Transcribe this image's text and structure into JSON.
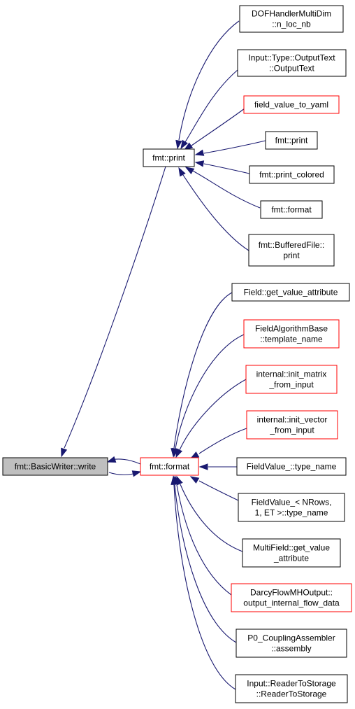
{
  "colors": {
    "edge": "#191970",
    "node_border_black": "#000000",
    "node_border_red": "#ff0000",
    "node_fill": "#ffffff",
    "root_fill": "#bfbfbf"
  },
  "nodes": [
    {
      "id": "n_write",
      "lines": [
        "fmt::BasicWriter::write"
      ],
      "border": "black",
      "fill": "root"
    },
    {
      "id": "n_print",
      "lines": [
        "fmt::print"
      ],
      "border": "black"
    },
    {
      "id": "n_format",
      "lines": [
        "fmt::format"
      ],
      "border": "red"
    },
    {
      "id": "n_dof",
      "lines": [
        "DOFHandlerMultiDim",
        "::n_loc_nb"
      ],
      "border": "black"
    },
    {
      "id": "n_outtext",
      "lines": [
        "Input::Type::OutputText",
        "::OutputText"
      ],
      "border": "black"
    },
    {
      "id": "n_yaml",
      "lines": [
        "field_value_to_yaml"
      ],
      "border": "red"
    },
    {
      "id": "n_fprint",
      "lines": [
        "fmt::print"
      ],
      "border": "black"
    },
    {
      "id": "n_pcolored",
      "lines": [
        "fmt::print_colored"
      ],
      "border": "black"
    },
    {
      "id": "n_fformat",
      "lines": [
        "fmt::format"
      ],
      "border": "black"
    },
    {
      "id": "n_buffered",
      "lines": [
        "fmt::BufferedFile::",
        "print"
      ],
      "border": "black"
    },
    {
      "id": "n_getval",
      "lines": [
        "Field::get_value_attribute"
      ],
      "border": "black"
    },
    {
      "id": "n_algobase",
      "lines": [
        "FieldAlgorithmBase",
        "::template_name"
      ],
      "border": "red"
    },
    {
      "id": "n_initmatrix",
      "lines": [
        "internal::init_matrix",
        "_from_input"
      ],
      "border": "red"
    },
    {
      "id": "n_initvector",
      "lines": [
        "internal::init_vector",
        "_from_input"
      ],
      "border": "red"
    },
    {
      "id": "n_fvtype",
      "lines": [
        "FieldValue_::type_name"
      ],
      "border": "black"
    },
    {
      "id": "n_fvnrows",
      "lines": [
        "FieldValue_< NRows,",
        "1, ET >::type_name"
      ],
      "border": "black"
    },
    {
      "id": "n_multifield",
      "lines": [
        "MultiField::get_value",
        "_attribute"
      ],
      "border": "black"
    },
    {
      "id": "n_darcy",
      "lines": [
        "DarcyFlowMHOutput::",
        "output_internal_flow_data"
      ],
      "border": "red"
    },
    {
      "id": "n_p0",
      "lines": [
        "P0_CouplingAssembler",
        "::assembly"
      ],
      "border": "black"
    },
    {
      "id": "n_reader",
      "lines": [
        "Input::ReaderToStorage",
        "::ReaderToStorage"
      ],
      "border": "black"
    }
  ]
}
